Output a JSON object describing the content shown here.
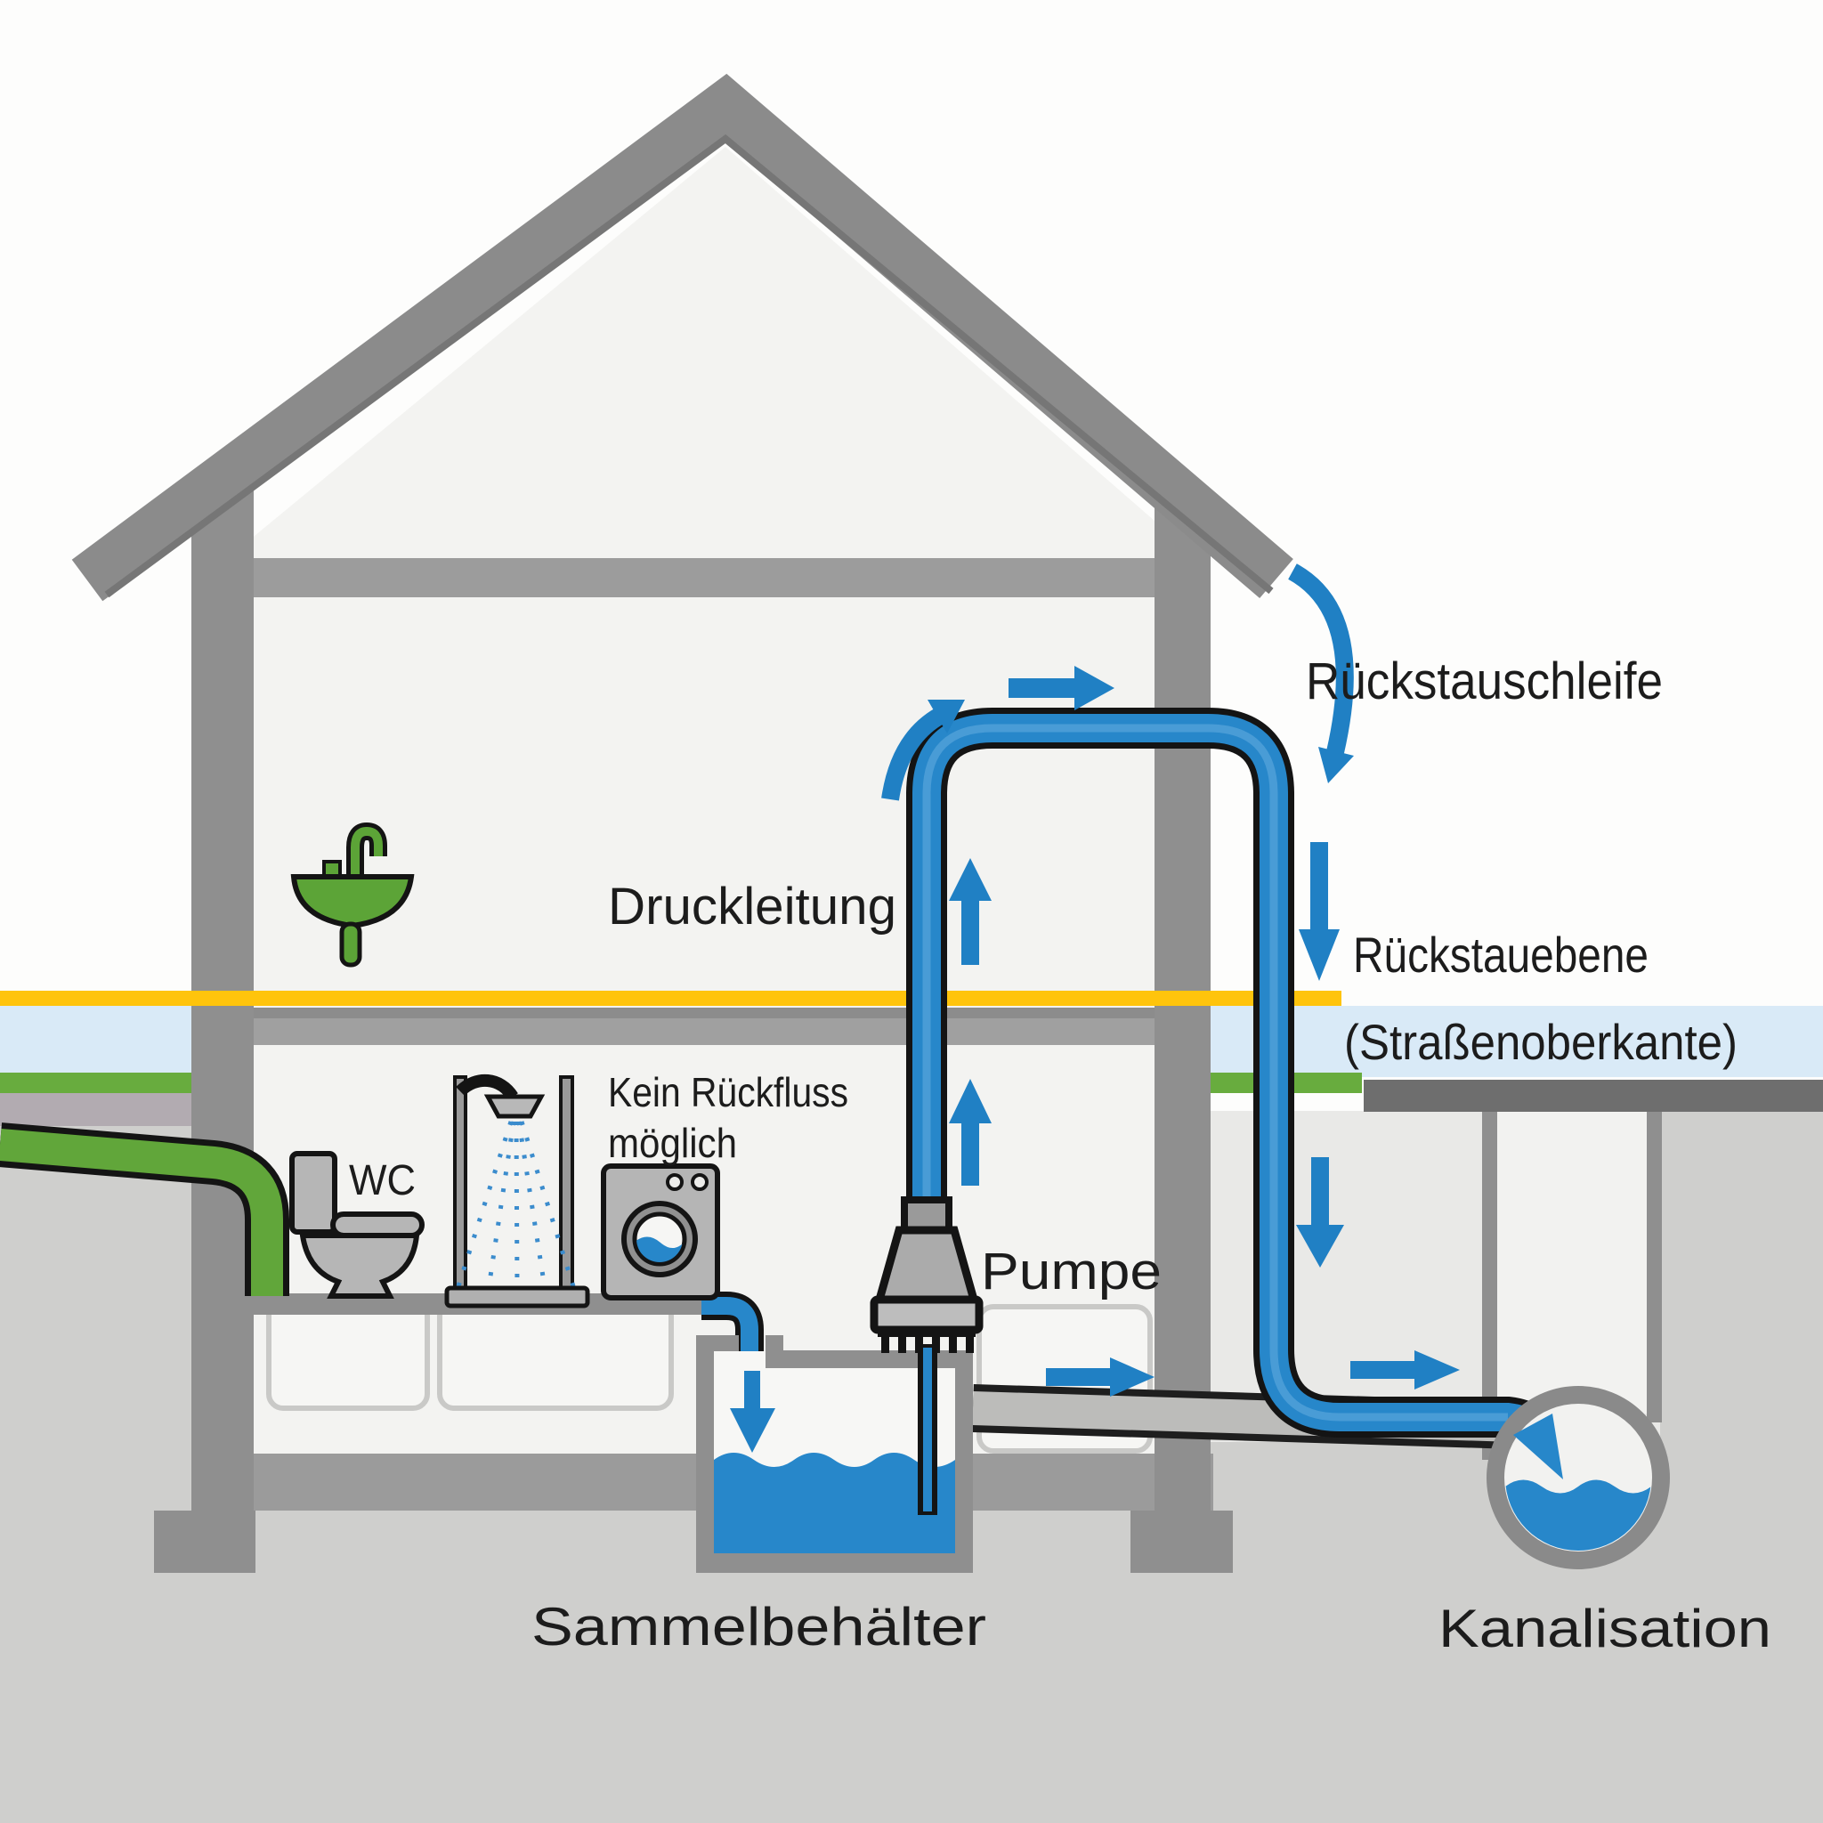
{
  "diagram": {
    "type": "technical-illustration",
    "subject": "Backflow protection with pump and backflow loop in a house cross-section"
  },
  "labels": {
    "rueckstauschleife": "Rückstauschleife",
    "rueckstauebene_line1": "Rückstauebene",
    "rueckstauebene_line2": "(Straßenoberkante)",
    "druckleitung": "Druckleitung",
    "kein_rueckfluss_line1": "Kein Rückfluss",
    "kein_rueckfluss_line2": "möglich",
    "wc": "WC",
    "pumpe": "Pumpe",
    "sammelbehaelter": "Sammelbehälter",
    "kanalisation": "Kanalisation"
  },
  "colors": {
    "pipe_water_blue": "#2787ca",
    "pipe_sheen_blue": "#55a3d9",
    "arrow_blue": "#2080c4",
    "green_pipe_and_grass": "#63a83c",
    "backflow_level_yellow": "#ffc40c",
    "groundwater_band_light_blue": "#d9eaf7",
    "structure_gray": "#8f8f8f",
    "roof_gray": "#8b8b8b",
    "street_dark_gray": "#6e6e6e",
    "soil_light_gray": "#cfcfcd",
    "interior_white": "#f3f3f1",
    "outline_black": "#141414",
    "text_black": "#1c1c1c"
  },
  "icons": {
    "sink-icon": "green washbasin with hooked faucet (css/svg shape)",
    "toilet-icon": "side-view WC toilet (svg shape)",
    "shower-icon": "shower stall with dashed water spray (svg shape)",
    "washing-machine-icon": "front-load washer with round door (svg shape)",
    "pump-icon": "submersible pump on collection tank (svg shape)",
    "collection-tank-icon": "open tank with waved water surface (svg shape)",
    "sewer-icon": "round sewer channel with water (svg shape)",
    "flow-arrow-icon": "blue directional flow arrow (svg polygon)"
  }
}
